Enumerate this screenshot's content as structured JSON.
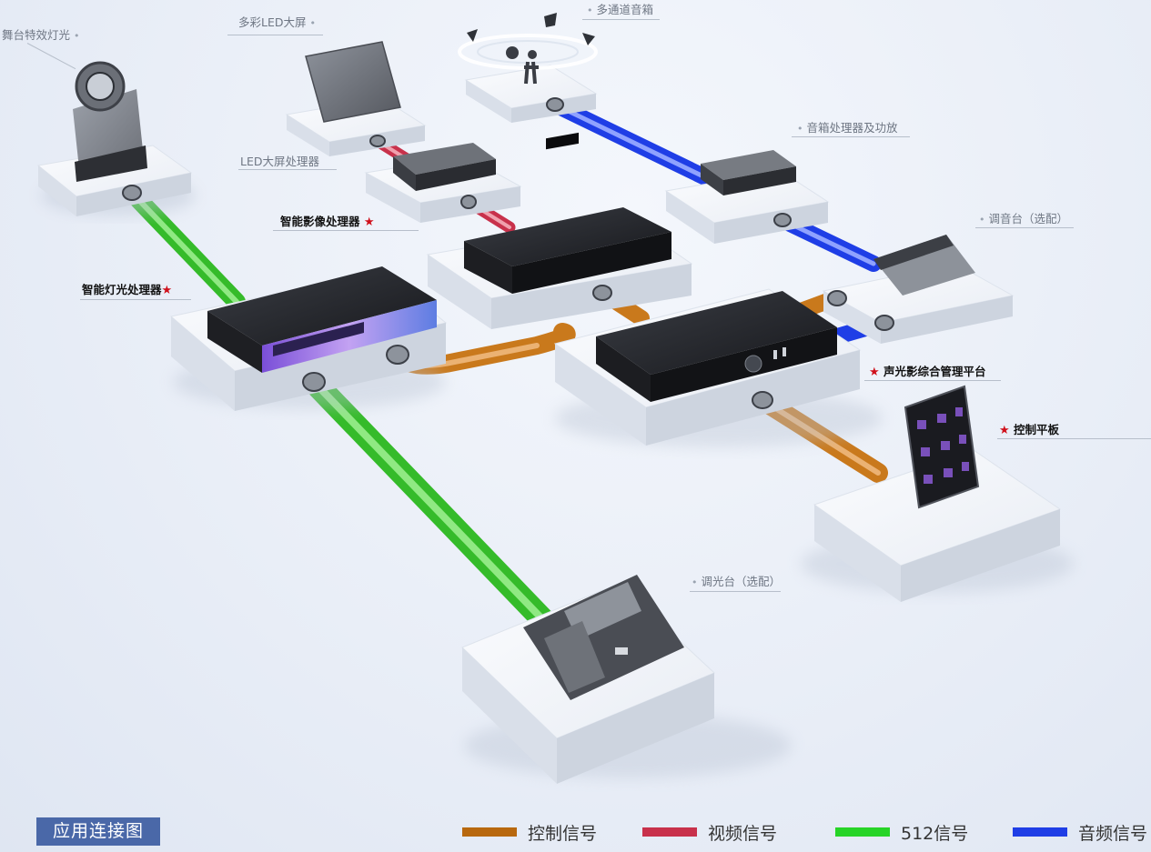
{
  "title": "应用连接图",
  "labels": {
    "stage_light": "舞台特效灯光",
    "led_screen": "多彩LED大屏",
    "speakers": "多通道音箱",
    "led_processor": "LED大屏处理器",
    "speaker_amp": "音箱处理器及功放",
    "video_processor": "智能影像处理器",
    "mixer": "调音台（选配）",
    "light_processor": "智能灯光处理器",
    "platform": "声光影综合管理平台",
    "tablet": "控制平板",
    "dimmer": "调光台（选配）"
  },
  "legend": [
    {
      "label": "控制信号",
      "color": "#b8680e"
    },
    {
      "label": "视频信号",
      "color": "#c8314b"
    },
    {
      "label": "512信号",
      "color": "#27d427"
    },
    {
      "label": "音频信号",
      "color": "#1f3ee6"
    }
  ],
  "colors": {
    "control": "#c9791c",
    "video": "#c8314b",
    "dmx": "#3fdc2f",
    "audio": "#1f3ee6",
    "title_bg": "#4a68a8",
    "star": "#d0101b"
  }
}
